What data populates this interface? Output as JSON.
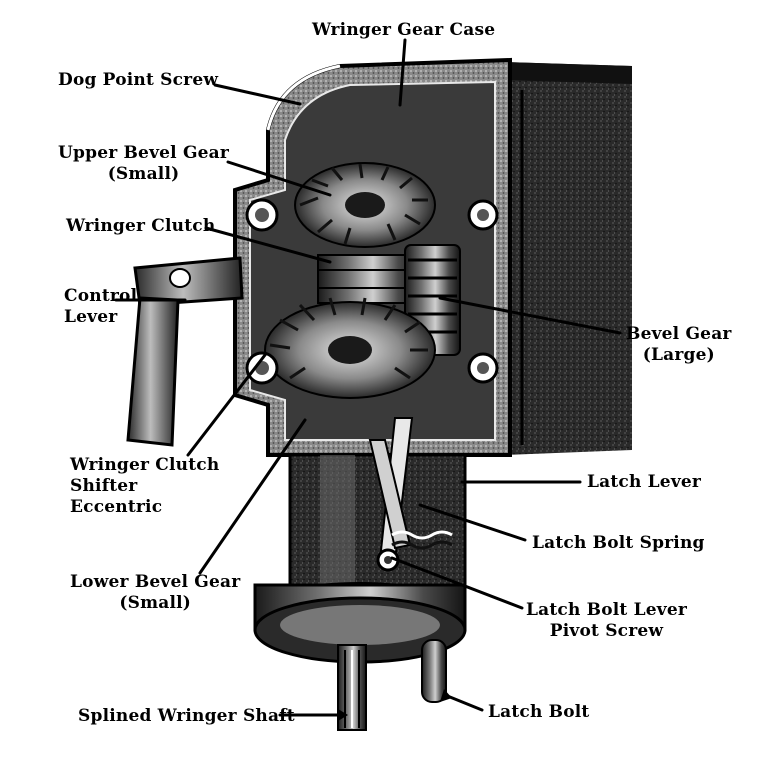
{
  "colors": {
    "background": "#ffffff",
    "ink": "#000000",
    "metal_dark": "#1e1e1e",
    "metal_mid": "#6a6a6a",
    "metal_light": "#d9d9d9"
  },
  "labels": {
    "wringer_gear_case": "Wringer Gear Case",
    "dog_point_screw": "Dog Point Screw",
    "upper_bevel_gear": [
      "Upper Bevel Gear",
      "(Small)"
    ],
    "wringer_clutch": "Wringer Clutch",
    "control_lever": [
      "Control",
      "Lever"
    ],
    "bevel_gear_large": [
      "Bevel Gear",
      "(Large)"
    ],
    "wringer_clutch_shifter_eccentric": [
      "Wringer Clutch",
      "Shifter",
      "Eccentric"
    ],
    "latch_lever": "Latch Lever",
    "latch_bolt_spring": "Latch Bolt Spring",
    "lower_bevel_gear": [
      "Lower Bevel Gear",
      "(Small)"
    ],
    "latch_bolt_lever_pivot_screw": [
      "Latch Bolt Lever",
      "Pivot Screw"
    ],
    "splined_wringer_shaft": "Splined Wringer Shaft",
    "latch_bolt": "Latch Bolt"
  }
}
